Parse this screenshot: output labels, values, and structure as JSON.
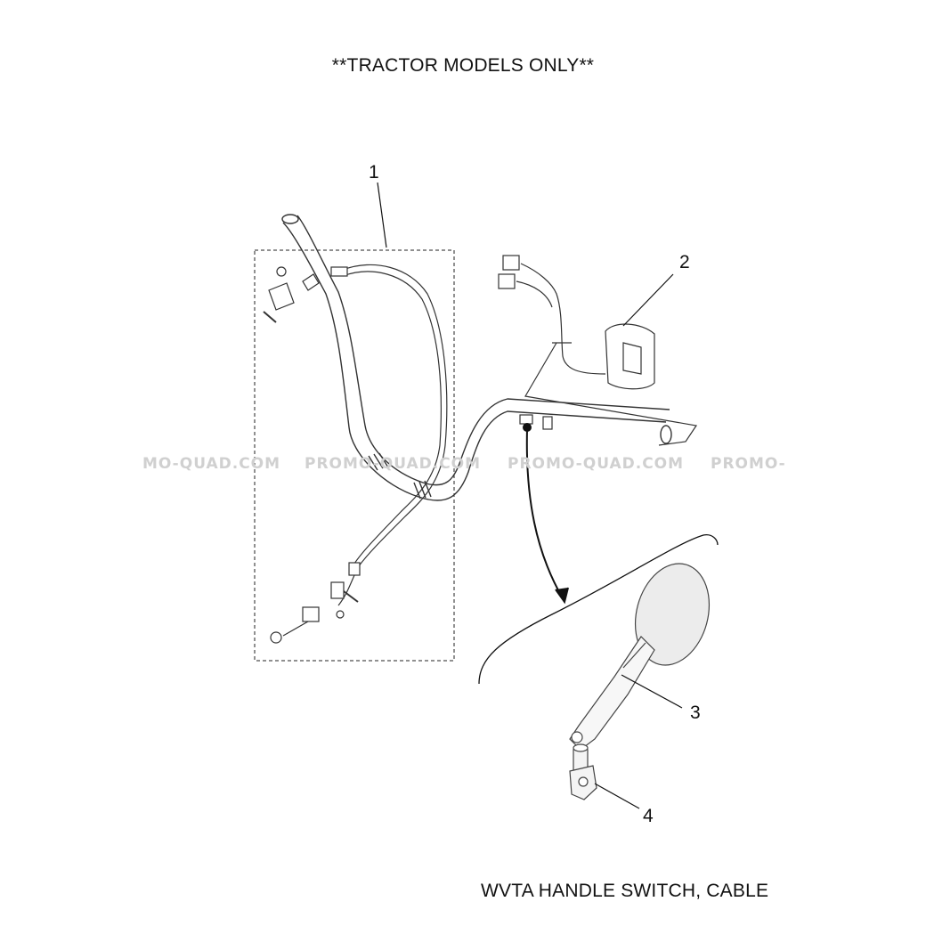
{
  "header": {
    "title": "**TRACTOR MODELS ONLY**"
  },
  "footer": {
    "caption": "WVTA HANDLE SWITCH, CABLE"
  },
  "watermarks": [
    "MO-QUAD.COM",
    "PROMO-QUAD.COM",
    "PROMO-QUAD.COM",
    "PROMO-"
  ],
  "callouts": [
    {
      "label": "1",
      "part": "throttle-cable"
    },
    {
      "label": "2",
      "part": "handle-switch"
    },
    {
      "label": "3",
      "part": "mirror"
    },
    {
      "label": "4",
      "part": "mirror-bracket"
    }
  ],
  "colors": {
    "line": "#222222",
    "watermark": "#d0d0d0",
    "mirror_fill": "#ececec"
  }
}
